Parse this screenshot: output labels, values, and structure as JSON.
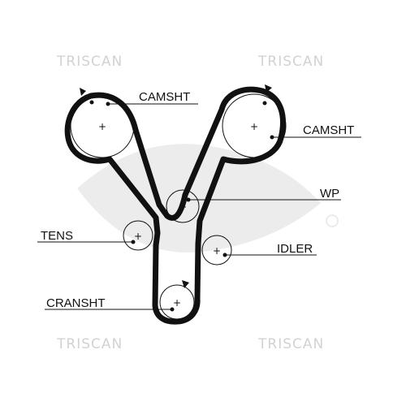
{
  "watermark": {
    "brand": "TRISCAN",
    "color": "#d2d2d2",
    "logo_icon": "gates-logo-watermark"
  },
  "belt_color": "#111111",
  "labels": {
    "camshaft_left": "CAMSHT",
    "camshaft_right": "CAMSHT",
    "water_pump": "WP",
    "tensioner": "TENS",
    "idler": "IDLER",
    "crankshaft": "CRANSHT"
  }
}
